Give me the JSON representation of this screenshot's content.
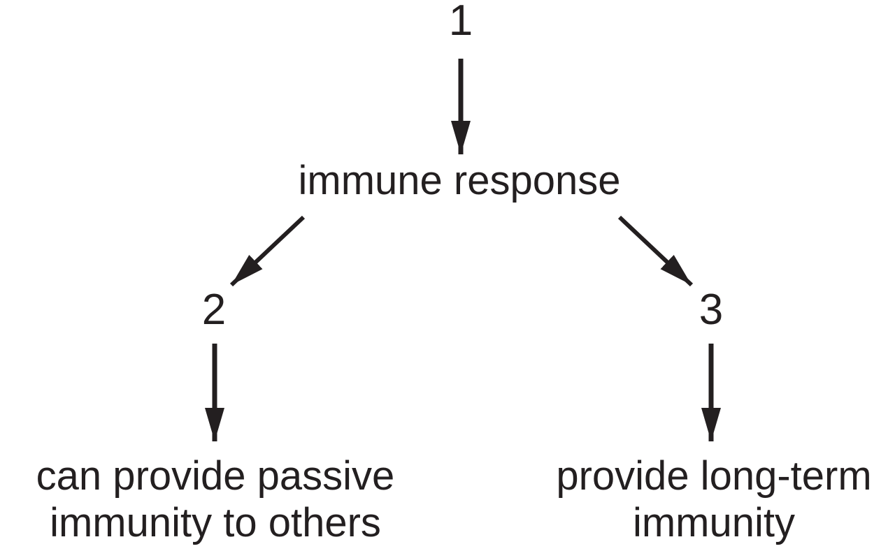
{
  "diagram": {
    "background_color": "#ffffff",
    "ink_color": "#231f20",
    "root": {
      "number_label": "1"
    },
    "center_node": {
      "label": "immune response"
    },
    "left_branch": {
      "number_label": "2",
      "result_line1": "can provide passive",
      "result_line2": "immunity to others"
    },
    "right_branch": {
      "number_label": "3",
      "result_line1": "provide long-term",
      "result_line2": "immunity"
    },
    "arrows": {
      "count": 5,
      "style": "straight black shaft with long solid triangular head"
    }
  }
}
